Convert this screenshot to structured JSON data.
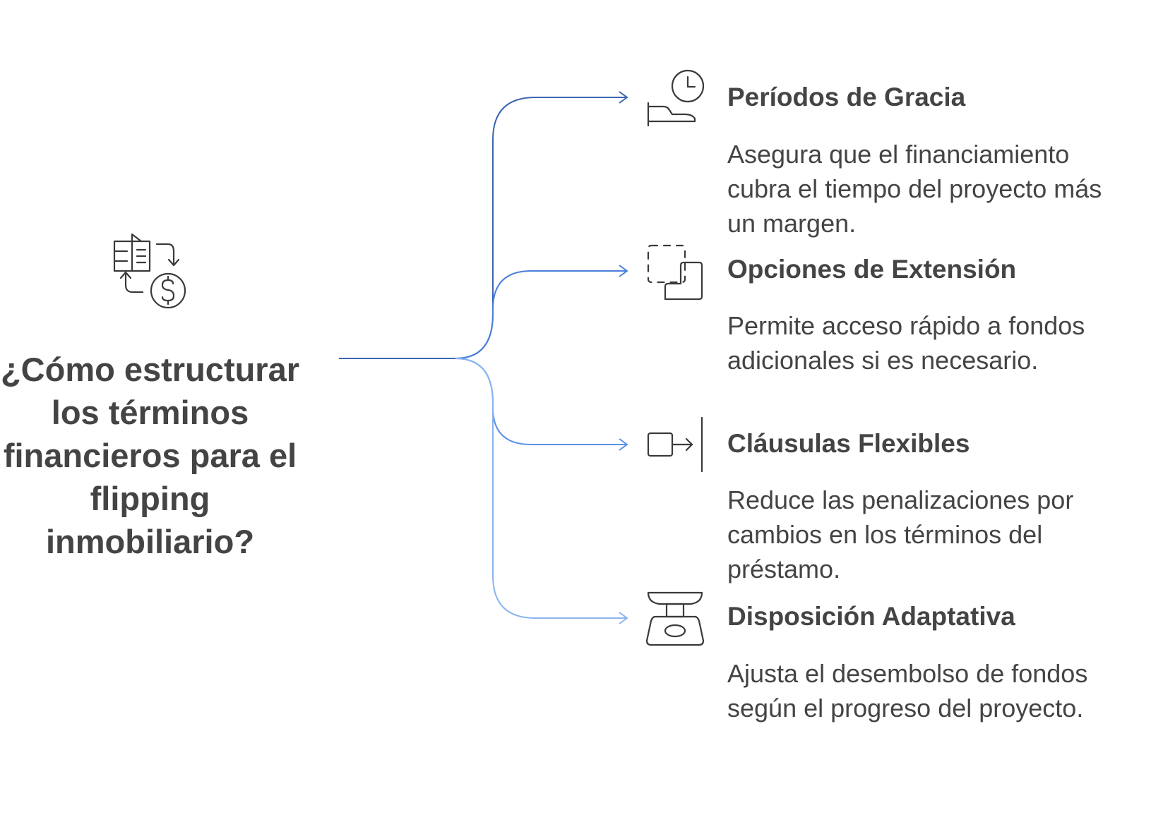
{
  "question": "¿Cómo estructurar los términos financieros para el flipping inmobiliario?",
  "main_icon": "document-exchange-dollar-icon",
  "colors": {
    "text": "#444444",
    "icon_stroke": "#3a3a3a",
    "branch_1": "#3d65b2",
    "branch_2": "#4a80dc",
    "branch_3": "#5b90e8",
    "branch_4": "#8ab4f0"
  },
  "items": [
    {
      "icon": "hand-clock-icon",
      "title": "Períodos de Gracia",
      "description": "Asegura que el financiamiento cubra el tiempo del proyecto más un margen."
    },
    {
      "icon": "expand-square-icon",
      "title": "Opciones de Extensión",
      "description": "Permite acceso rápido a fondos adicionales si es necesario."
    },
    {
      "icon": "box-arrow-wall-icon",
      "title": "Cláusulas Flexibles",
      "description": "Reduce las penalizaciones por cambios en los términos del préstamo."
    },
    {
      "icon": "weighing-scale-icon",
      "title": "Disposición Adaptativa",
      "description": "Ajusta el desembolso de fondos según el progreso del proyecto."
    }
  ]
}
